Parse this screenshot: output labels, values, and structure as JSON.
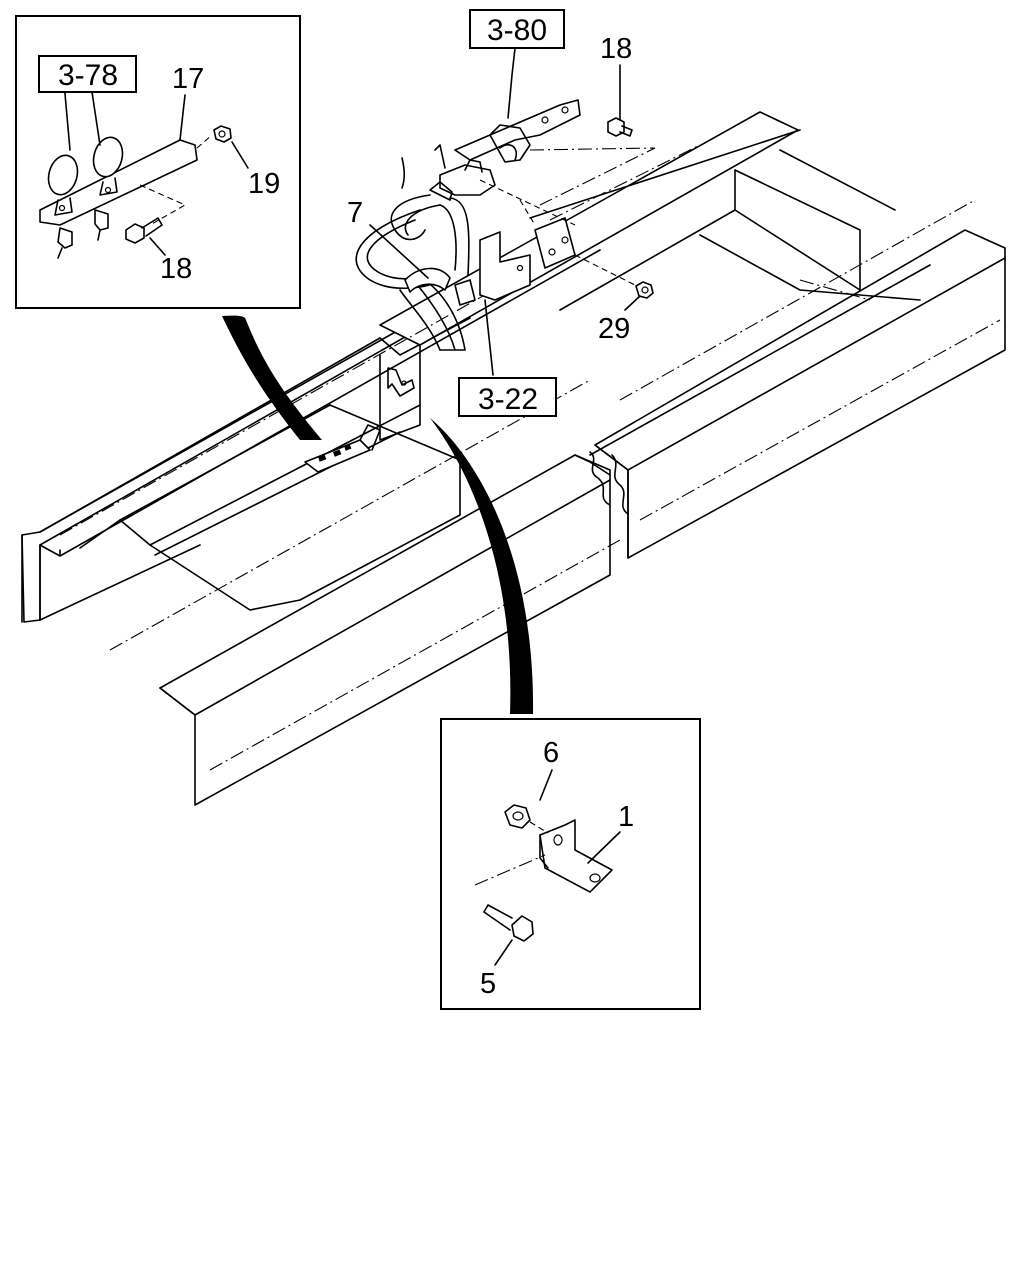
{
  "diagram": {
    "references": [
      {
        "id": "ref-3-80",
        "text": "3-80"
      },
      {
        "id": "ref-3-78",
        "text": "3-78"
      },
      {
        "id": "ref-3-22",
        "text": "3-22"
      }
    ],
    "callouts": {
      "c18_top": "18",
      "c7": "7",
      "c29": "29",
      "c17": "17",
      "c19": "19",
      "c18_inset": "18",
      "c6": "6",
      "c1": "1",
      "c5": "5"
    }
  }
}
